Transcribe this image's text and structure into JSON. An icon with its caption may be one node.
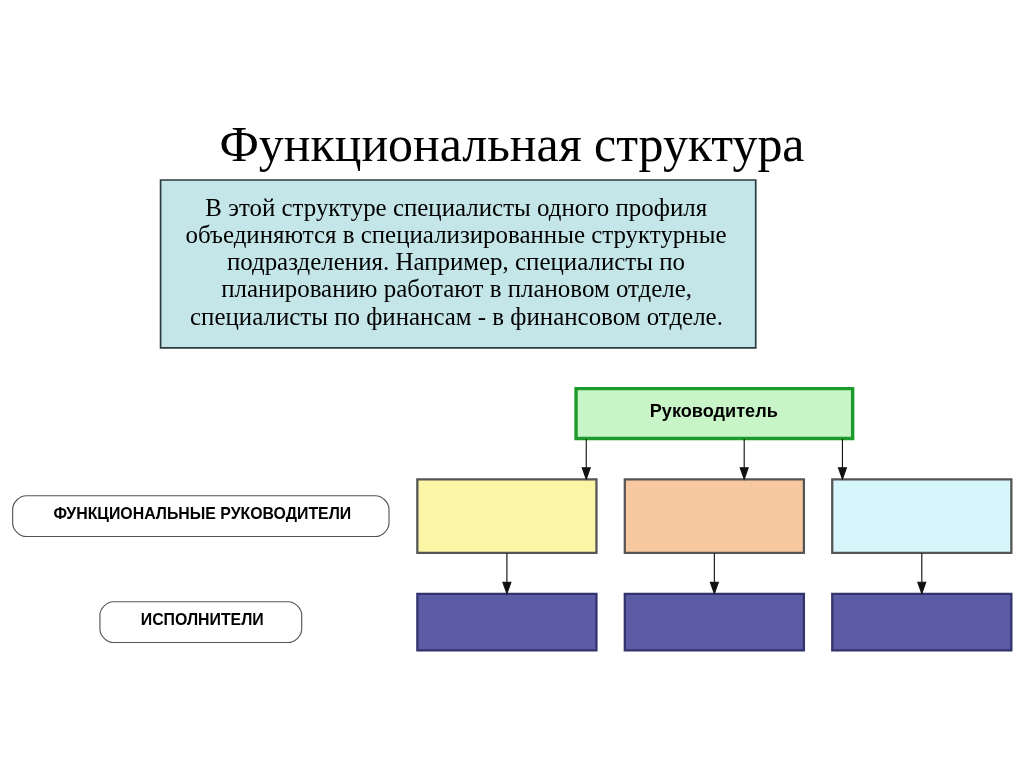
{
  "diagram": {
    "title": "Функциональная структура",
    "nodes": [
      {
        "text": [
          "В этой структуре специалисты одного профиля объединяются в специализированные структурные подразделения. Например, специалисты по планированию работают в плановом отделе, специалисты по финансам - в финансовом отделе."
        ]
      },
      {
        "text": [
          "Руководитель"
        ]
      },
      {
        "text": [],
        "shape": "box"
      },
      {
        "text": [],
        "shape": "box"
      },
      {
        "text": [],
        "shape": "box"
      },
      {
        "text": [
          "ФУНКЦИОНАЛЬНЫЕ РУКОВОДИТЕЛИ"
        ]
      },
      {
        "text": [],
        "shape": "box"
      },
      {
        "text": [],
        "shape": "box"
      },
      {
        "text": [],
        "shape": "box"
      },
      {
        "text": [
          "ИСПОЛНИТЕЛИ"
        ]
      }
    ],
    "edges": [
      {
        "from": 1,
        "to": 2,
        "arrow": "to"
      },
      {
        "from": 1,
        "to": 3,
        "arrow": "to"
      },
      {
        "from": 1,
        "to": 4,
        "arrow": "to"
      },
      {
        "from": 2,
        "to": 6,
        "arrow": "to"
      },
      {
        "from": 3,
        "to": 7,
        "arrow": "to"
      },
      {
        "from": 4,
        "to": 8,
        "arrow": "to"
      }
    ]
  }
}
